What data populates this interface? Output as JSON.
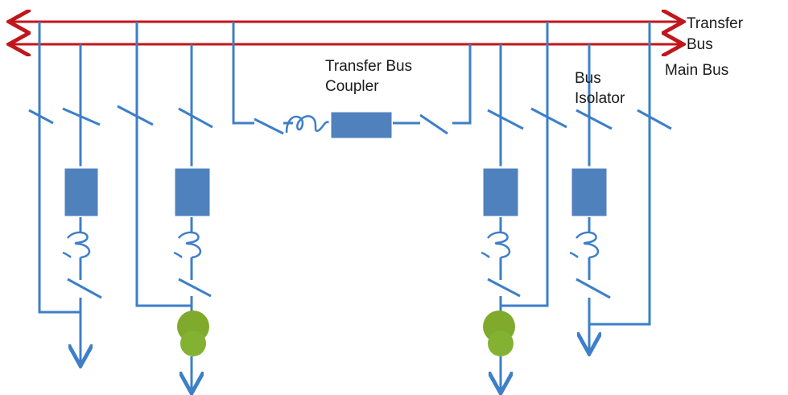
{
  "labels": {
    "transfer_bus_line1": "Transfer",
    "transfer_bus_line2": "Bus",
    "main_bus": "Main Bus",
    "bus_coupler_line1": "Transfer Bus",
    "bus_coupler_line2": "Coupler",
    "bus_isolator_line1": "Bus",
    "bus_isolator_line2": "Isolator"
  },
  "colors": {
    "bus": "#c0161c",
    "wire": "#3d7fc8",
    "breaker": "#4f81bd",
    "transformer": "#7faa2c"
  }
}
